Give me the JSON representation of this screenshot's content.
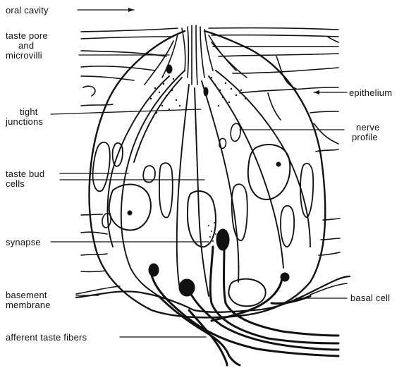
{
  "labels": {
    "oral_cavity": "oral cavity",
    "taste_pore_1": "taste pore",
    "taste_pore_2": "and",
    "taste_pore_3": "microvilli",
    "tight_1": "tight",
    "tight_2": "junctions",
    "taste_bud_1": "taste bud",
    "taste_bud_2": "cells",
    "synapse": "synapse",
    "basement_1": "basement",
    "basement_2": "membrane",
    "afferent": "afferent taste fibers",
    "epithelium": "epithelium",
    "nerve_1": "nerve",
    "nerve_2": "profile",
    "basal_cell": "basal cell"
  },
  "colors": {
    "ink": "#111111",
    "paper": "#ffffff"
  }
}
